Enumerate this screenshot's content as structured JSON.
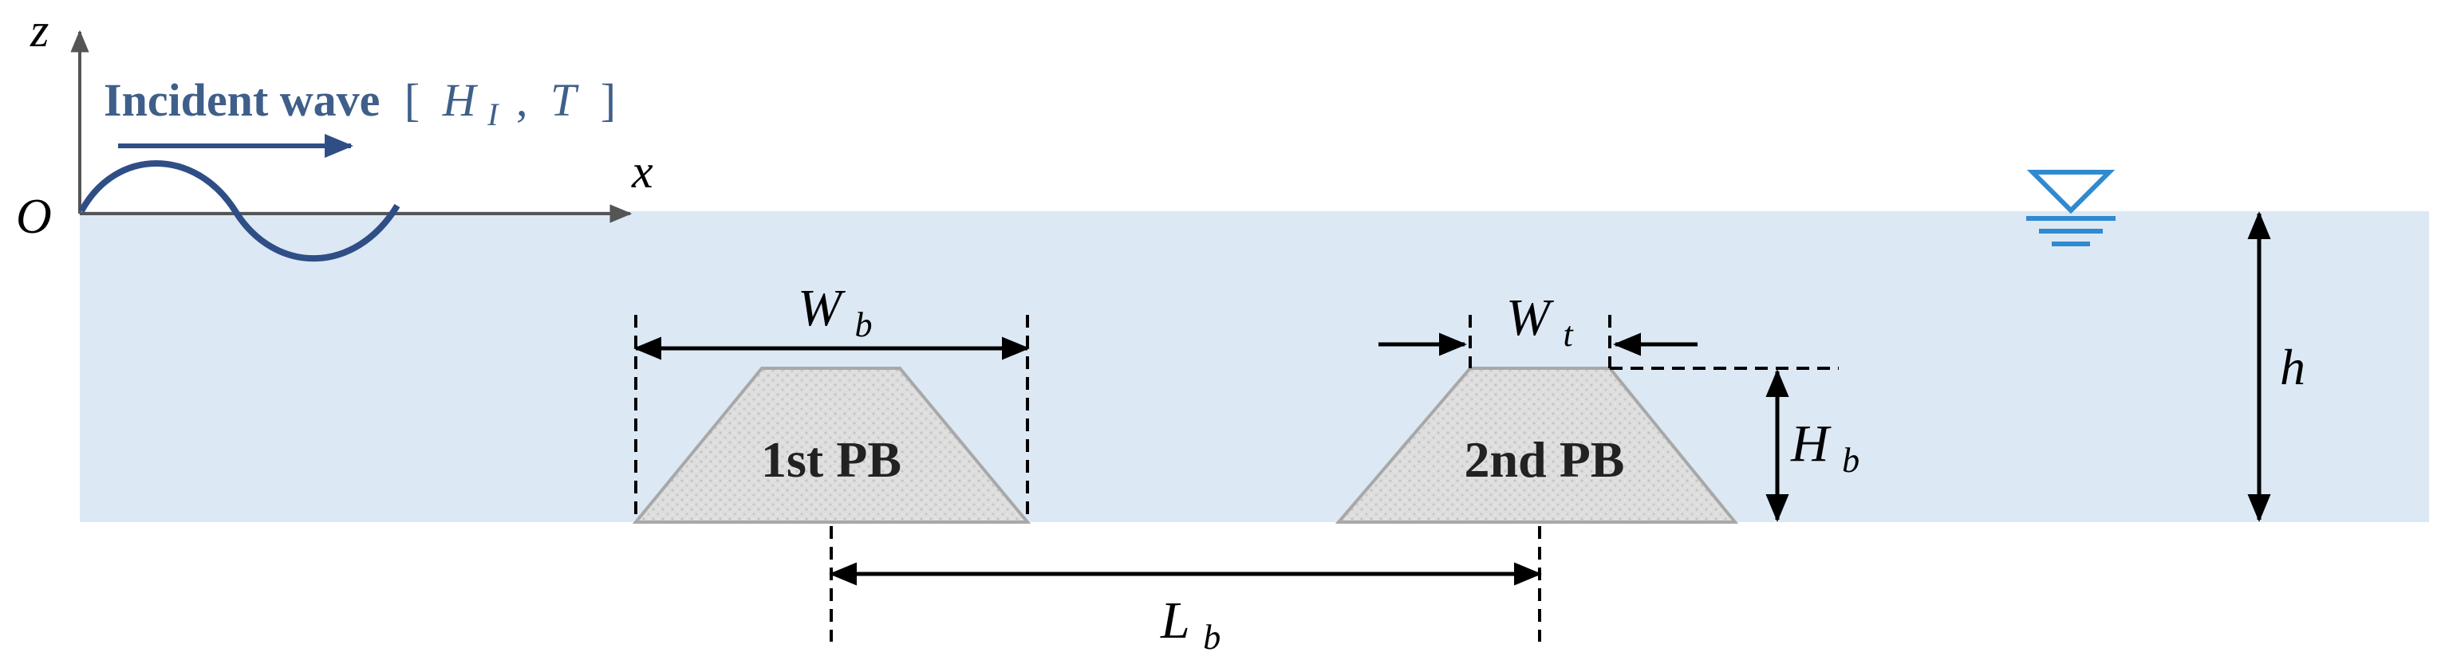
{
  "colors": {
    "water": "#dce8f4",
    "wave": "#2f4e86",
    "title": "#3f5f8a",
    "breakwater_fill": "#dcdcdc",
    "breakwater_edge": "#a8a8a8",
    "water_symbol": "#2f8ad0",
    "ink": "#000000"
  },
  "axes": {
    "z_label": "z",
    "x_label": "x",
    "origin_label": "O"
  },
  "incident": {
    "title": "Incident wave",
    "bracket_open": "[",
    "H": "H",
    "H_sub": "I",
    "comma": ",",
    "T": "T",
    "bracket_close": "]"
  },
  "breakwaters": {
    "first_label": "1st PB",
    "second_label": "2nd PB"
  },
  "dimensions": {
    "Wb": "W",
    "Wb_sub": "b",
    "Wt": "W",
    "Wt_sub": "t",
    "Hb": "H",
    "Hb_sub": "b",
    "Lb": "L",
    "Lb_sub": "b",
    "h": "h"
  },
  "icons": [
    "still-water-level-icon",
    "arrow-right-icon",
    "arrow-left-icon"
  ]
}
